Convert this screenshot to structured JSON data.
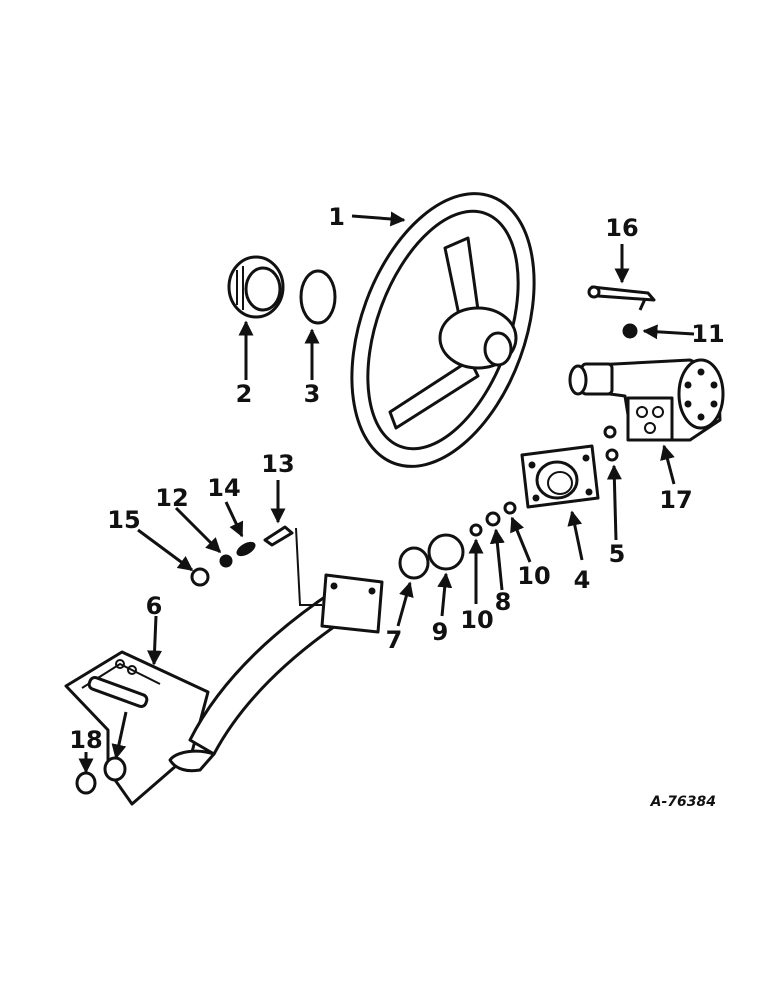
{
  "diagram": {
    "reference_code": "A-76384",
    "callouts": [
      "1",
      "2",
      "3",
      "4",
      "5",
      "6",
      "7",
      "8",
      "9",
      "10",
      "10",
      "11",
      "12",
      "13",
      "14",
      "15",
      "16",
      "17",
      "18"
    ]
  }
}
